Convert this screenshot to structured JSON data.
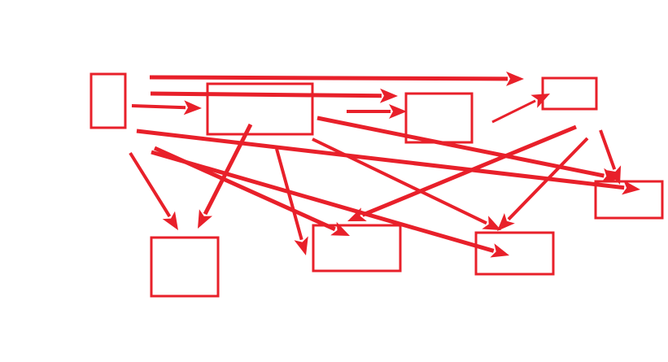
{
  "diagram": {
    "stroke_color": "#e8202a",
    "nodes": [
      {
        "id": "n1"
      },
      {
        "id": "n2"
      },
      {
        "id": "n3"
      },
      {
        "id": "n4"
      },
      {
        "id": "n5"
      },
      {
        "id": "n6"
      },
      {
        "id": "n7"
      },
      {
        "id": "n8"
      }
    ],
    "edges": [
      {
        "from": "n1",
        "to": "n4"
      },
      {
        "from": "n1",
        "to": "n3"
      },
      {
        "from": "n1",
        "to": "n2"
      },
      {
        "from": "n2",
        "to": "n3"
      },
      {
        "from": "n1",
        "to": "n5"
      },
      {
        "from": "n2",
        "to": "n5"
      },
      {
        "from": "n1",
        "to": "n6"
      },
      {
        "from": "n1",
        "to": "n7"
      },
      {
        "from": "n1",
        "to": "n8"
      },
      {
        "from": "n2",
        "to": "n6"
      },
      {
        "from": "n2",
        "to": "n7"
      },
      {
        "from": "n2",
        "to": "n8"
      },
      {
        "from": "n3",
        "to": "n4"
      },
      {
        "from": "n4",
        "to": "n5"
      },
      {
        "from": "n4",
        "to": "n7"
      },
      {
        "from": "n4",
        "to": "n8"
      }
    ]
  }
}
